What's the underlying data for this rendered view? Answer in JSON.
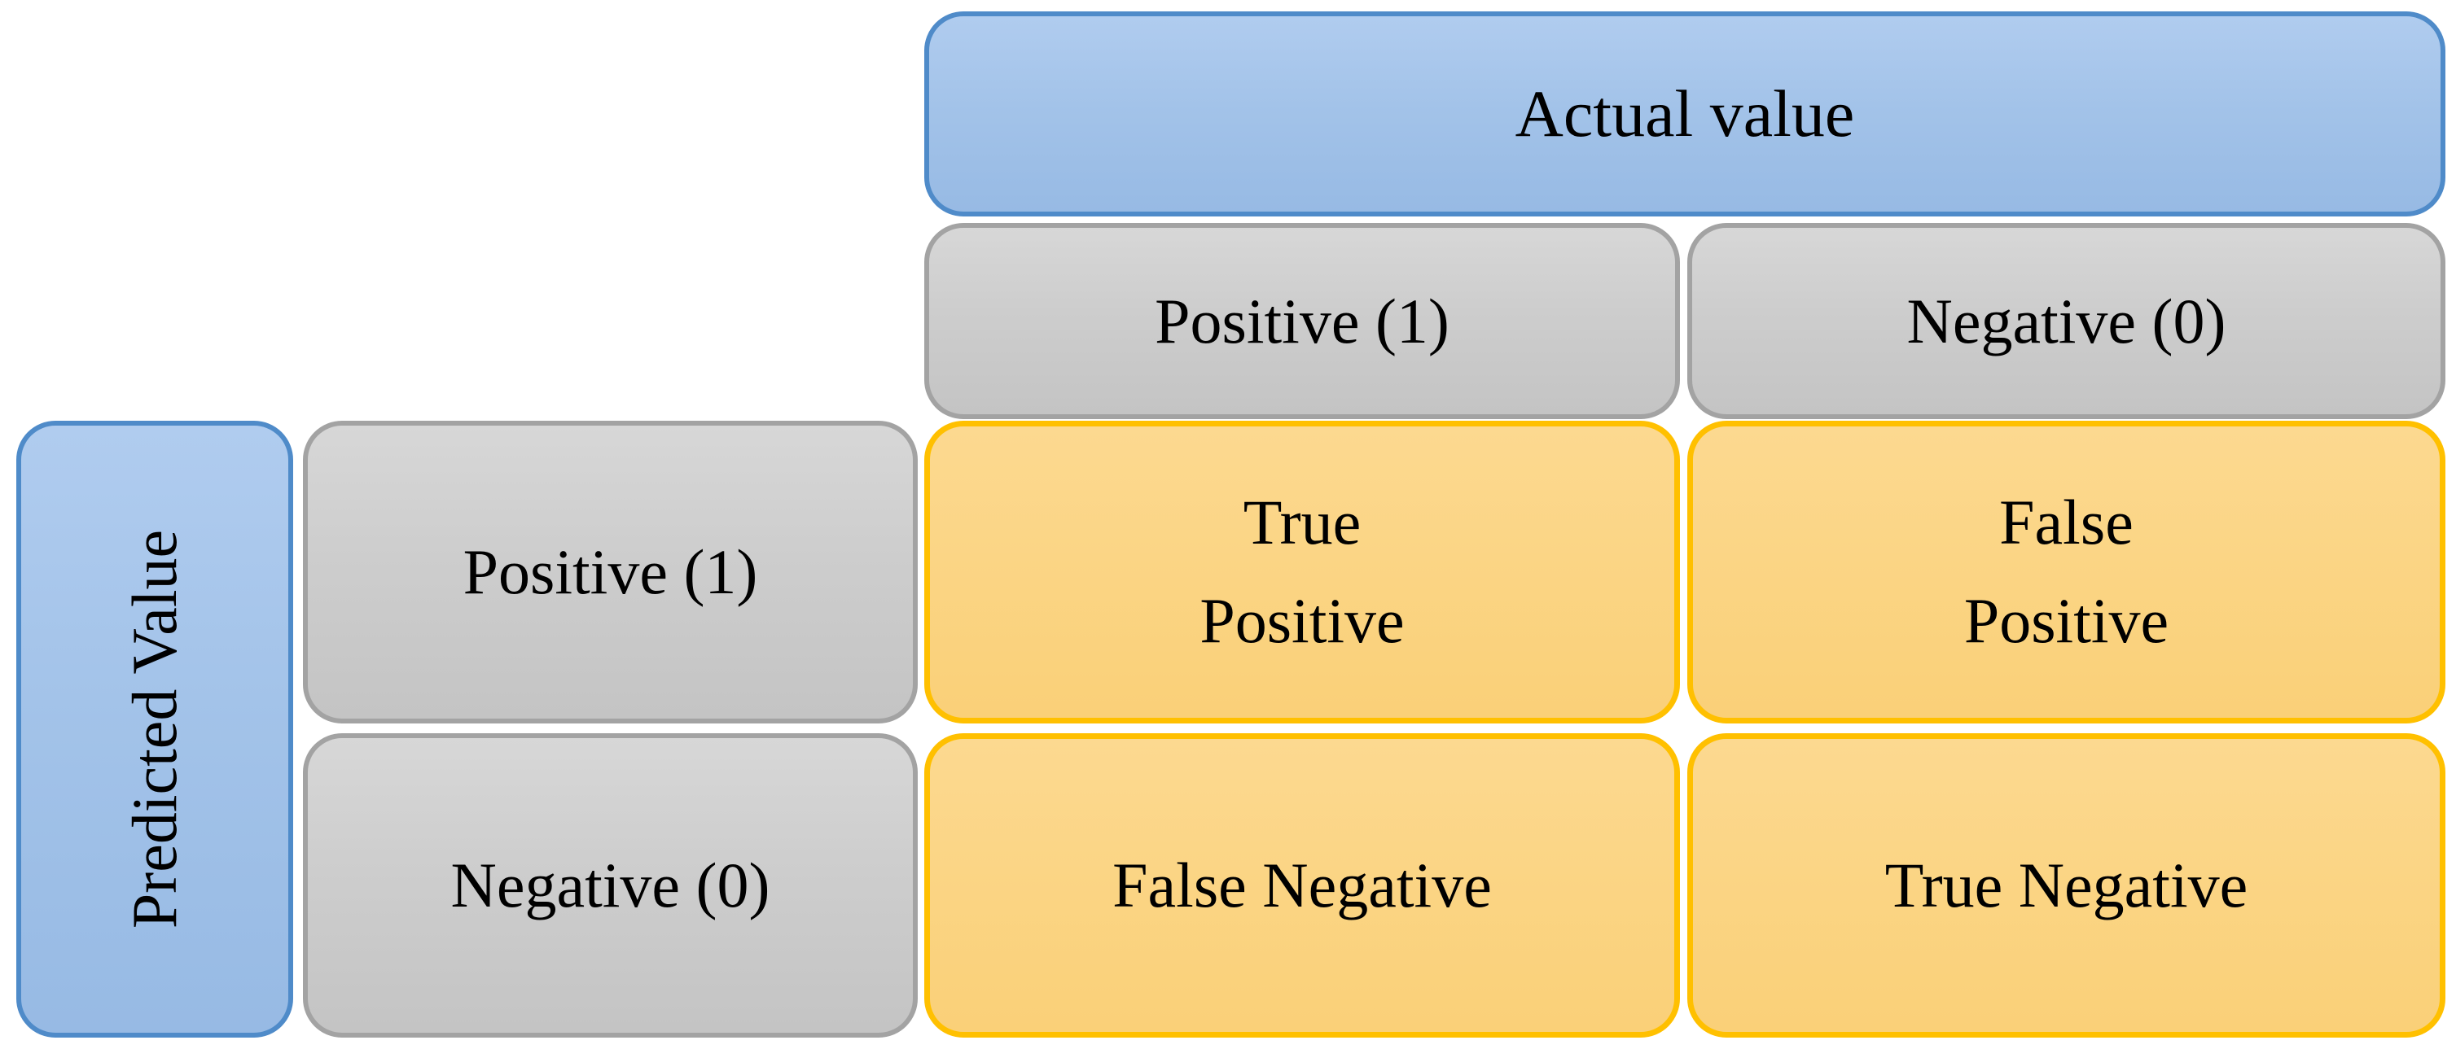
{
  "matrix": {
    "actual_header": "Actual value",
    "predicted_header": "Predicted Value",
    "col_headers": [
      "Positive (1)",
      "Negative (0)"
    ],
    "row_headers": [
      "Positive (1)",
      "Negative (0)"
    ],
    "cells": {
      "true_positive": {
        "line1": "True",
        "line2": "Positive"
      },
      "false_positive": {
        "line1": "False",
        "line2": "Positive"
      },
      "false_negative": {
        "line1": "False Negative"
      },
      "true_negative": {
        "line1": "True Negative"
      }
    }
  },
  "colors": {
    "blue_fill_top": "#B0CCEF",
    "blue_fill_bottom": "#97BAE4",
    "blue_border": "#4F8BC9",
    "gray_fill_top": "#D7D7D7",
    "gray_fill_bottom": "#C4C4C4",
    "gray_border": "#A3A3A3",
    "yellow_fill_top": "#FCD990",
    "yellow_fill_bottom": "#FAD078",
    "yellow_border": "#FFC000",
    "text": "#000000",
    "background": "#FFFFFF"
  }
}
